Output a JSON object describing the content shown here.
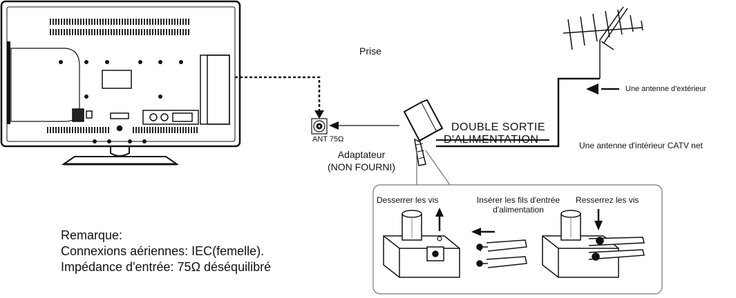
{
  "labels": {
    "wall_socket": "Prise",
    "ant_port": "ANT 75Ω",
    "adapter": "Adaptateur",
    "not_supplied": "(NON FOURNI)",
    "double_output_line1": "DOUBLE SORTIE",
    "double_output_line2": "D'ALIMENTATION",
    "outdoor_antenna": "Une antenne d'extérieur",
    "indoor_antenna": "Une antenne d'intérieur CATV net"
  },
  "detail": {
    "step1": "Desserrer les vis",
    "step2_line1": "Insérer les fils d'entrée",
    "step2_line2": "d'alimentation",
    "step3": "Resserrez les vis"
  },
  "remark": {
    "title": "Remarque:",
    "line1": "Connexions aériennes: IEC(femelle).",
    "line2": "Impédance d'entrée: 75Ω déséquilibré"
  }
}
